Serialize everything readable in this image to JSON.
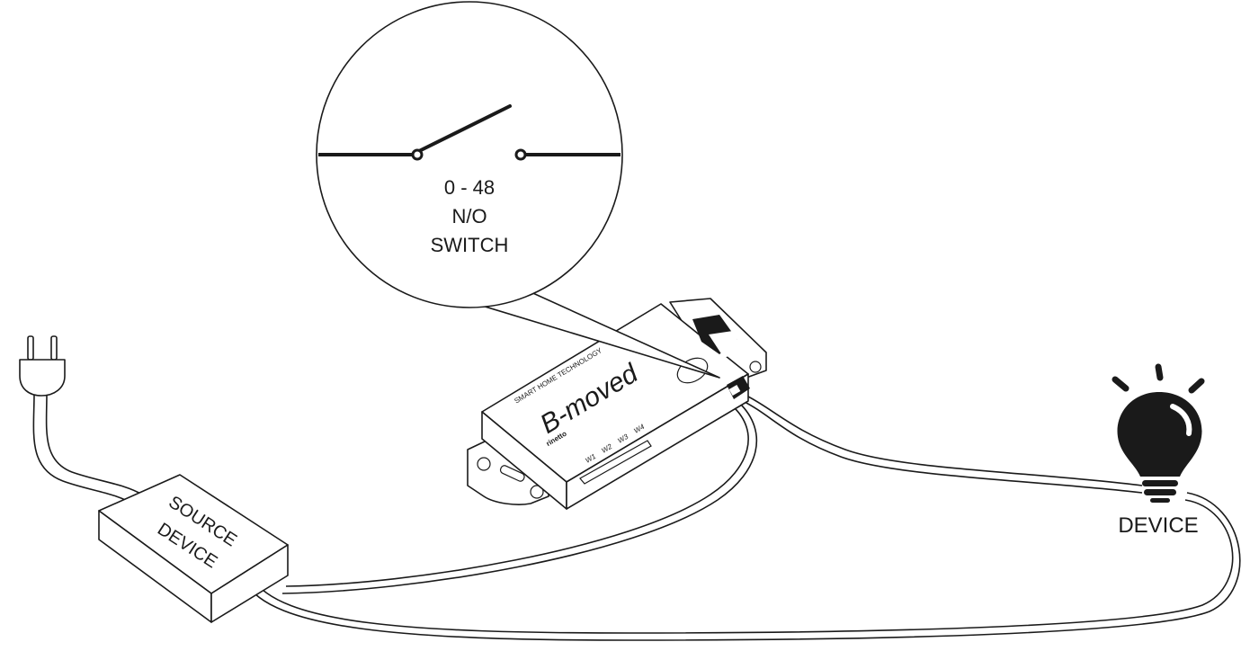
{
  "callout": {
    "line1": "0 - 48",
    "line2": "N/O",
    "line3": "SWITCH"
  },
  "source_device": {
    "line1": "SOURCE",
    "line2": "DEVICE"
  },
  "controller": {
    "brand": "B-moved",
    "tagline": "SMART HOME TECHNOLOGY",
    "maker": "rinetto",
    "ports": [
      "W1",
      "W2",
      "W3",
      "W4"
    ]
  },
  "output_device": {
    "label": "DEVICE"
  },
  "colors": {
    "ink": "#1a1a1a",
    "background": "#ffffff"
  },
  "icons": [
    "plug-icon",
    "lightbulb-icon",
    "switch-symbol-icon"
  ]
}
